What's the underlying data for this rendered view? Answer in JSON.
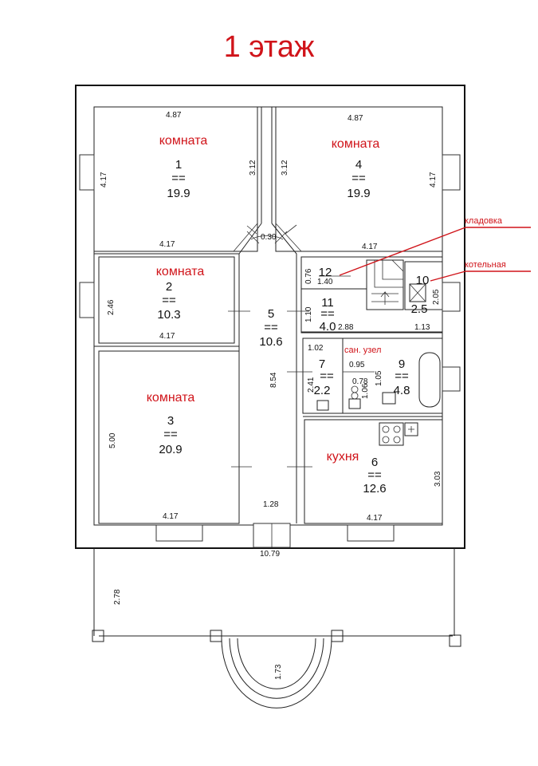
{
  "title": "1 этаж",
  "labels": {
    "room1": "комната",
    "room4": "комната",
    "room2": "комната",
    "room3": "комната",
    "kitchen": "кухня",
    "storage": "кладовка",
    "boiler": "котельная",
    "bathroom": "сан. узел"
  },
  "rooms": {
    "r1": {
      "num": "1",
      "area": "19.9"
    },
    "r4": {
      "num": "4",
      "area": "19.9"
    },
    "r2": {
      "num": "2",
      "area": "10.3"
    },
    "r3": {
      "num": "3",
      "area": "20.9"
    },
    "r5": {
      "num": "5",
      "area": "10.6"
    },
    "r6": {
      "num": "6",
      "area": "12.6"
    },
    "r7": {
      "num": "7",
      "area": "2.2"
    },
    "r9": {
      "num": "9",
      "area": "4.8"
    },
    "r10": {
      "num": "10",
      "area": "2.5"
    },
    "r11": {
      "num": "11",
      "area": "4.0"
    },
    "r12": {
      "num": "12"
    }
  },
  "dims": {
    "d487a": "4.87",
    "d487b": "4.87",
    "d417_r1_left": "4.17",
    "d417_r4_right": "4.17",
    "d312a": "3.12",
    "d312b": "3.12",
    "d030": "0.30",
    "d417_r1_bottom": "4.17",
    "d417_r4_bottom": "4.17",
    "d246": "2.46",
    "d417_r2_bottom": "4.17",
    "d076": "0.76",
    "d140": "1.40",
    "d110": "1.10",
    "d288": "2.88",
    "d205": "2.05",
    "d113": "1.13",
    "d102": "1.02",
    "d095": "0.95",
    "d241": "2.41",
    "d078": "0.78",
    "d106": "1.06",
    "d105": "1.05",
    "d854": "8.54",
    "d500": "5.00",
    "d303": "3.03",
    "d128": "1.28",
    "d417_r3_bottom": "4.17",
    "d417_r6_bottom": "4.17",
    "d1079": "10.79",
    "d278": "2.78",
    "d173": "1.73"
  }
}
